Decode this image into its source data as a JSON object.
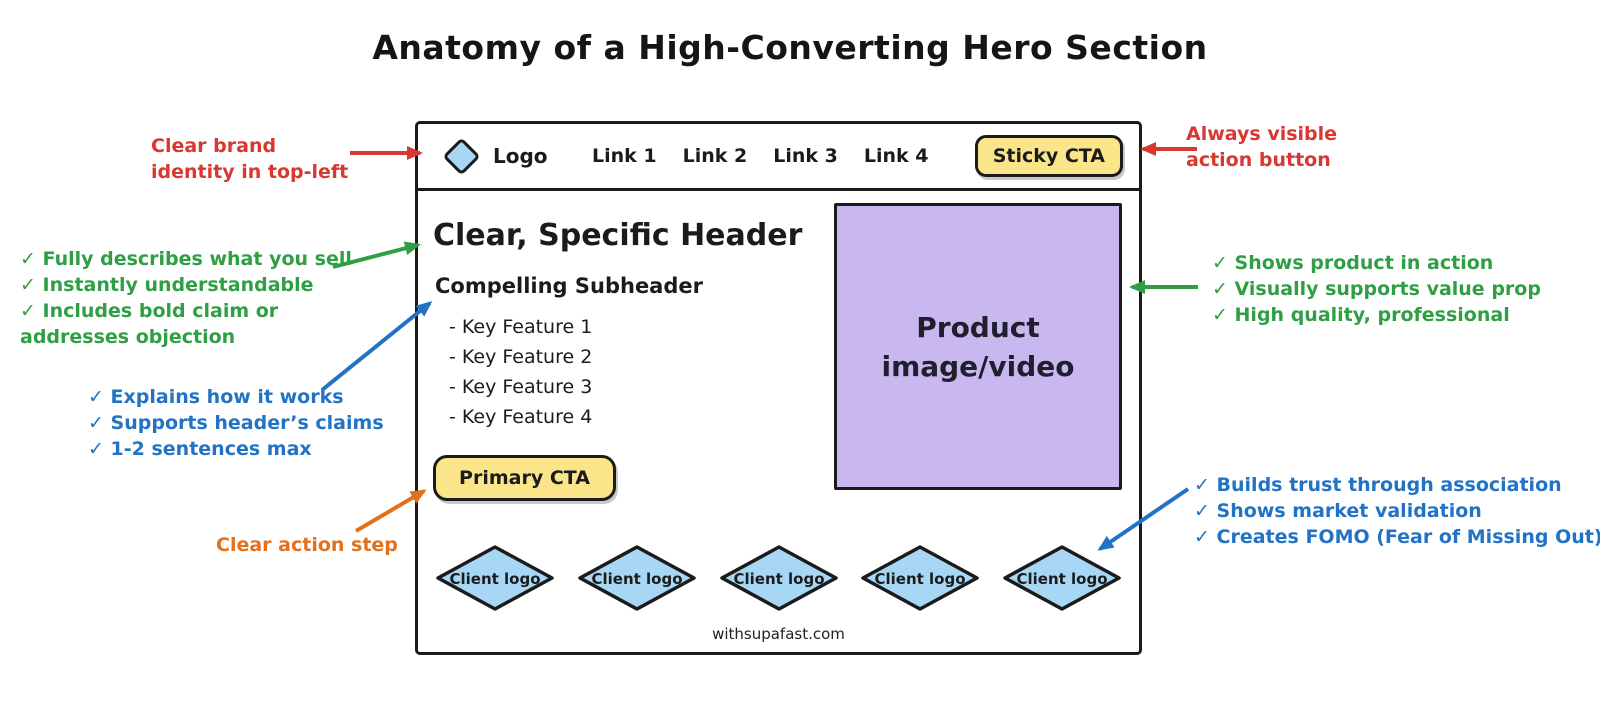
{
  "title": "Anatomy of a High-Converting Hero Section",
  "colors": {
    "annotation_red": "#d9372f",
    "annotation_green": "#2f9e44",
    "annotation_blue": "#2273c4",
    "annotation_orange": "#e2711d",
    "cta_yellow": "#fae58b",
    "logo_blue": "#a7d7f4",
    "media_purple": "#c9b8f0",
    "ink": "#1b1b1b"
  },
  "wireframe": {
    "nav": {
      "logo_label": "Logo",
      "links": [
        "Link 1",
        "Link 2",
        "Link 3",
        "Link 4"
      ],
      "sticky_cta_label": "Sticky CTA"
    },
    "hero": {
      "header": "Clear, Specific Header",
      "subheader": "Compelling Subheader",
      "features": [
        "- Key Feature 1",
        "- Key Feature 2",
        "- Key Feature 3",
        "- Key Feature 4"
      ],
      "primary_cta_label": "Primary CTA",
      "media_line1": "Product",
      "media_line2": "image/video"
    },
    "client_logos": [
      "Client logo",
      "Client logo",
      "Client logo",
      "Client logo",
      "Client logo"
    ],
    "footer_domain": "withsupafast.com"
  },
  "annotations": {
    "brand_identity": {
      "lines": [
        "Clear brand",
        "identity in top-left"
      ]
    },
    "sticky_cta": {
      "lines": [
        "Always visible",
        "action button"
      ]
    },
    "header_checklist": {
      "lines": [
        "✓ Fully describes what you sell",
        "✓ Instantly understandable",
        "✓ Includes bold claim or",
        "addresses objection"
      ]
    },
    "subheader_checklist": {
      "lines": [
        "✓ Explains how it works",
        "✓ Supports header’s claims",
        "✓ 1-2 sentences max"
      ]
    },
    "cta_note": {
      "lines": [
        "Clear action step"
      ]
    },
    "media_checklist": {
      "lines": [
        "✓ Shows product in action",
        "✓ Visually supports value prop",
        "✓ High quality, professional"
      ]
    },
    "social_proof_checklist": {
      "lines": [
        "✓ Builds trust through association",
        "✓ Shows market validation",
        "✓ Creates FOMO (Fear of Missing Out)"
      ]
    }
  }
}
